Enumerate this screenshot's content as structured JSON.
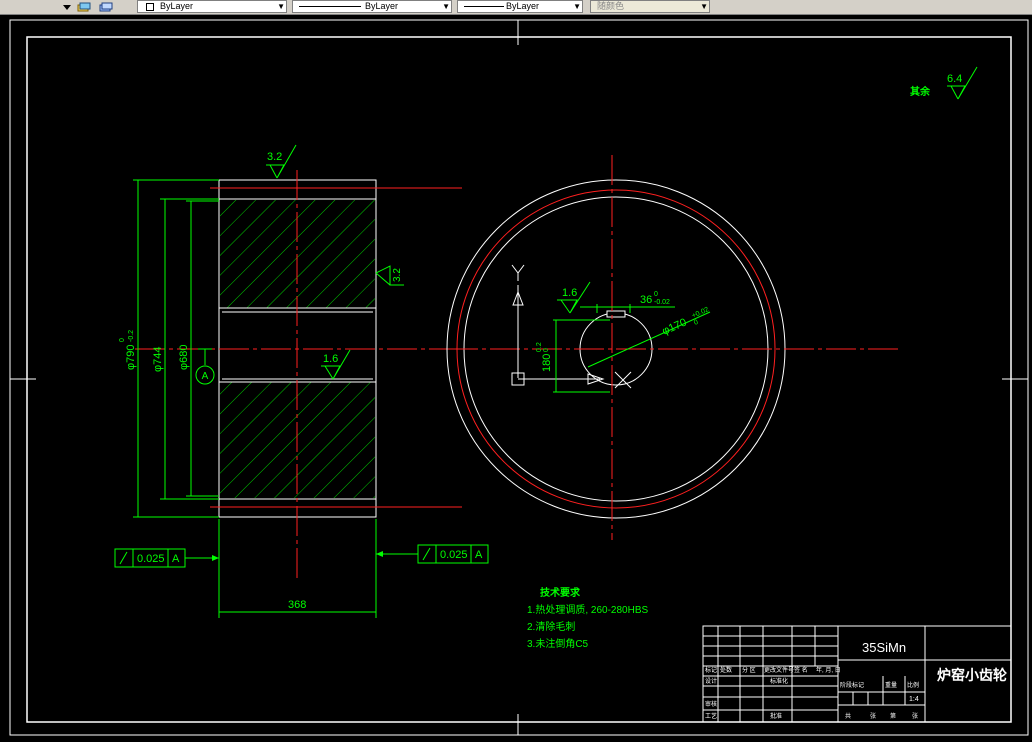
{
  "toolbar": {
    "color_combo": "ByLayer",
    "linetype_combo": "ByLayer",
    "lineweight_combo": "ByLayer",
    "plotstyle_combo": "随颜色"
  },
  "drawing": {
    "roughness_other": "其余",
    "roughness_other_value": "6.4",
    "roughness_top": "3.2",
    "roughness_side": "3.2",
    "roughness_bore": "1.6",
    "roughness_keyway": "1.6",
    "dim_od": "φ790",
    "dim_od_tol_upper": "0",
    "dim_od_tol_lower": "-0.2",
    "dim_744": "φ744",
    "dim_680": "φ680",
    "dim_width": "368",
    "datum": "A",
    "runout_value": "0.025",
    "runout_datum": "A",
    "key_width": "36",
    "key_width_tol_upper": "0",
    "key_width_tol_lower": "-0.02",
    "bore_dia": "φ170",
    "bore_tol_upper": "+0.02",
    "bore_tol_lower": "0",
    "key_depth": "180",
    "key_depth_tol_upper": "0.2",
    "key_depth_tol_lower": "0",
    "ucs_y": "Y",
    "ucs_x": "X",
    "tech_title": "技术要求",
    "tech_items": [
      "1.热处理调质, 260-280HBS",
      "2.清除毛刺",
      "3.未注倒角C5"
    ]
  },
  "title_block": {
    "material": "35SiMn",
    "part_name": "炉窑小齿轮",
    "scale": "1:4",
    "row_labels": [
      "标记",
      "处数",
      "分 区",
      "更改文件号",
      "签 名",
      "年, 月, 日"
    ],
    "design": "设计",
    "standardize": "标准化",
    "review": "审核",
    "process": "工艺",
    "approve": "批准",
    "stage_marks": "阶段标记",
    "weight": "重量",
    "scale_label": "比例",
    "sheet_total": "共",
    "sheet_label": "张",
    "sheet_no_label": "第",
    "sheet_no_suffix": "张"
  },
  "colors": {
    "background": "#000000",
    "frame": "#ffffff",
    "center_lines": "#ff2020",
    "dimensions": "#00ff00",
    "hatching": "#00cc00",
    "toolbar": "#d4d0c8"
  }
}
